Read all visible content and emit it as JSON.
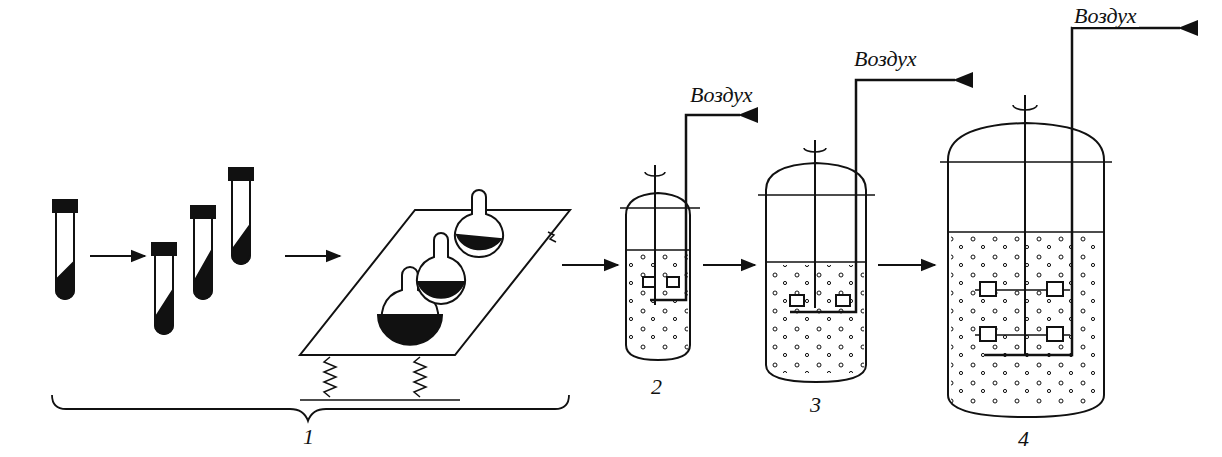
{
  "diagram": {
    "labels": [
      "Воздух",
      "Воздух",
      "Воздух",
      "1",
      "2",
      "3",
      "4"
    ]
  }
}
